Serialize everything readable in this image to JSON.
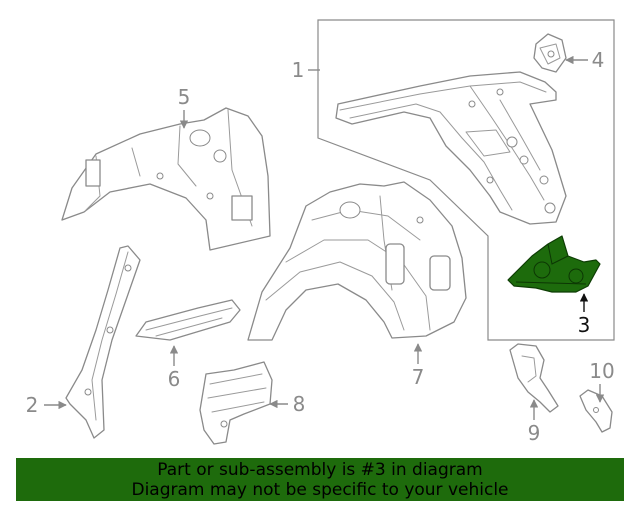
{
  "callouts": {
    "c1": "1",
    "c2": "2",
    "c3": "3",
    "c4": "4",
    "c5": "5",
    "c6": "6",
    "c7": "7",
    "c8": "8",
    "c9": "9",
    "c10": "10"
  },
  "banner": {
    "line1": "Part or sub-assembly is #3 in diagram",
    "line2": "Diagram may not be specific to your vehicle"
  },
  "colors": {
    "highlight": "#1d6b0c",
    "banner": "#1e6b0c",
    "line": "#8a8a8a"
  }
}
